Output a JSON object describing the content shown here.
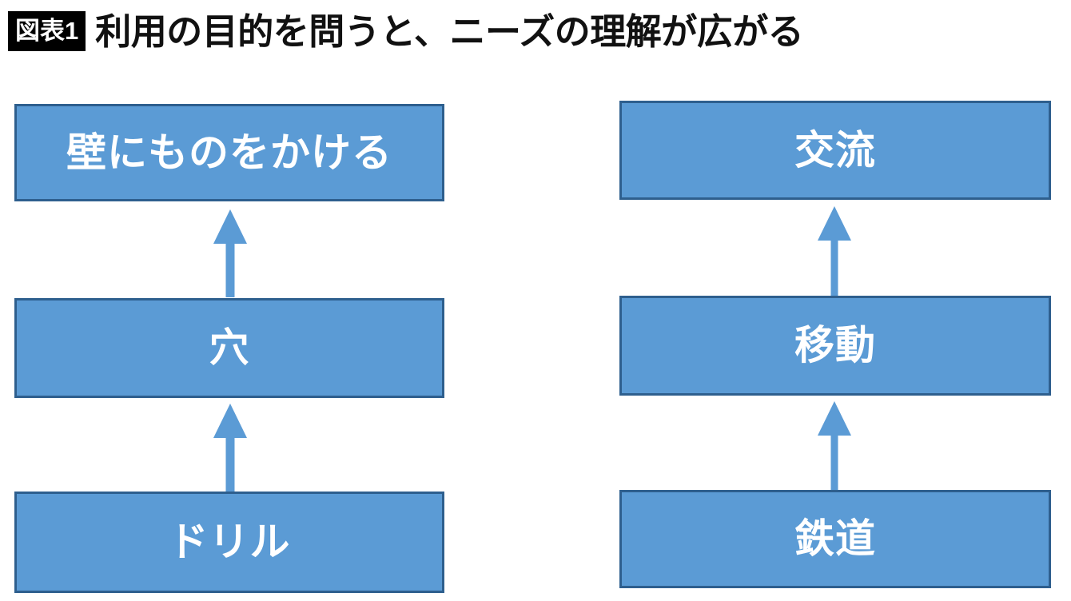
{
  "header": {
    "badge_label": "図表1",
    "title": "利用の目的を問うと、ニーズの理解が広がる"
  },
  "theme": {
    "box_fill": "#5B9BD5",
    "box_border": "#2E5F8E",
    "arrow_color": "#5B9BD5",
    "label_color": "#FFFFFF",
    "badge_background": "#000000",
    "badge_text_color": "#FFFFFF",
    "title_color": "#111111",
    "page_background": "#FFFFFF"
  },
  "diagram": {
    "type": "ladder-of-abstraction",
    "columns": [
      {
        "id": "drill-column",
        "nodes": [
          {
            "id": "wall",
            "label": "壁にものをかける",
            "level": "purpose"
          },
          {
            "id": "hole",
            "label": "穴",
            "level": "need"
          },
          {
            "id": "drill",
            "label": "ドリル",
            "level": "product"
          }
        ],
        "arrows": [
          {
            "id": "hole-to-wall",
            "from": "hole",
            "to": "wall",
            "direction": "up"
          },
          {
            "id": "drill-to-hole",
            "from": "drill",
            "to": "hole",
            "direction": "up"
          }
        ]
      },
      {
        "id": "railway-column",
        "nodes": [
          {
            "id": "exchange",
            "label": "交流",
            "level": "purpose"
          },
          {
            "id": "movement",
            "label": "移動",
            "level": "need"
          },
          {
            "id": "railway",
            "label": "鉄道",
            "level": "product"
          }
        ],
        "arrows": [
          {
            "id": "movement-to-exchange",
            "from": "movement",
            "to": "exchange",
            "direction": "up"
          },
          {
            "id": "railway-to-movement",
            "from": "railway",
            "to": "movement",
            "direction": "up"
          }
        ]
      }
    ]
  }
}
